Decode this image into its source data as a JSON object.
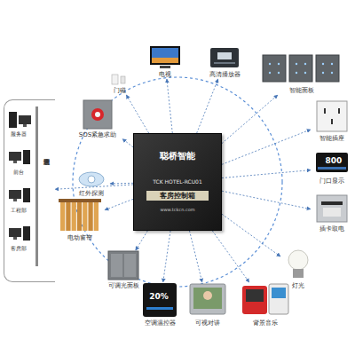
{
  "diagram": {
    "nodes": [
      {
        "text": [
          "电视"
        ]
      },
      {
        "text": [
          "高清播放器"
        ]
      },
      {
        "text": [
          "门磁"
        ]
      },
      {
        "text": [
          "智能面板"
        ]
      },
      {
        "text": [
          "酒店管理系统"
        ]
      },
      {
        "text": [
          "SOS紧急求助"
        ]
      },
      {
        "text": [
          "智能插座"
        ]
      },
      {
        "text": [
          "聪桥智能",
          "TCK HOTEL-RCU01",
          "客房控制箱",
          "www.tckcn.com"
        ]
      },
      {
        "text": [
          "门口显示"
        ]
      },
      {
        "text": [
          "红外探测"
        ]
      },
      {
        "text": [
          "插卡取电"
        ]
      },
      {
        "text": [
          "电动窗帘"
        ]
      },
      {
        "text": [
          "可调光面板"
        ]
      },
      {
        "text": [
          "灯光"
        ]
      },
      {
        "text": [
          "空调温控器"
        ]
      },
      {
        "text": [
          "可视对讲"
        ]
      },
      {
        "text": [
          "背景音乐"
        ]
      }
    ],
    "edges": [
      {
        "from": 7,
        "to": 0,
        "arrow": "to"
      },
      {
        "from": 7,
        "to": 1,
        "arrow": "to"
      },
      {
        "from": 7,
        "to": 2,
        "arrow": "to"
      },
      {
        "from": 7,
        "to": 3,
        "arrow": "to"
      },
      {
        "from": 7,
        "to": 4,
        "arrow": "to"
      },
      {
        "from": 7,
        "to": 5,
        "arrow": "to"
      },
      {
        "from": 7,
        "to": 6,
        "arrow": "to"
      },
      {
        "from": 7,
        "to": 8,
        "arrow": "to"
      },
      {
        "from": 7,
        "to": 9,
        "arrow": "to"
      },
      {
        "from": 7,
        "to": 10,
        "arrow": "to"
      },
      {
        "from": 7,
        "to": 11,
        "arrow": "to"
      },
      {
        "from": 7,
        "to": 12,
        "arrow": "to"
      },
      {
        "from": 7,
        "to": 13,
        "arrow": "to"
      },
      {
        "from": 7,
        "to": 14,
        "arrow": "to"
      },
      {
        "from": 7,
        "to": 15,
        "arrow": "to"
      },
      {
        "from": 7,
        "to": 16,
        "arrow": "to"
      }
    ],
    "labels": [
      "服务器",
      "前台",
      "工程部",
      "客房部",
      "800",
      "20%"
    ]
  }
}
